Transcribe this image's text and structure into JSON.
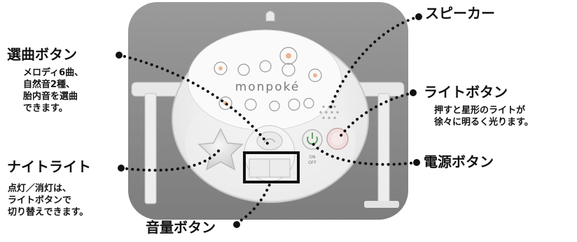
{
  "labels": {
    "speaker": "スピーカー",
    "song_select_button": "選曲ボタン",
    "song_select_desc": [
      "メロディ6曲、",
      "自然音2種、",
      "胎内音を選曲",
      "できます。"
    ],
    "light_button": "ライトボタン",
    "light_button_desc": [
      "押すと星形のライトが",
      "徐々に明るく光ります。"
    ],
    "night_light": "ナイトライト",
    "night_light_desc": [
      "点灯／消灯は、",
      "ライトボタンで",
      "切り替えできます。"
    ],
    "power_button": "電源ボタン",
    "volume_button": "音量ボタン"
  },
  "device": {
    "brand_logo": "monpoké",
    "power_on": "ON",
    "power_off": "OFF"
  },
  "colors": {
    "background_panel": "#8f8f8f",
    "device_body": "#f3f3f3",
    "dot_line": "#111111",
    "highlight_box": "#111111"
  }
}
